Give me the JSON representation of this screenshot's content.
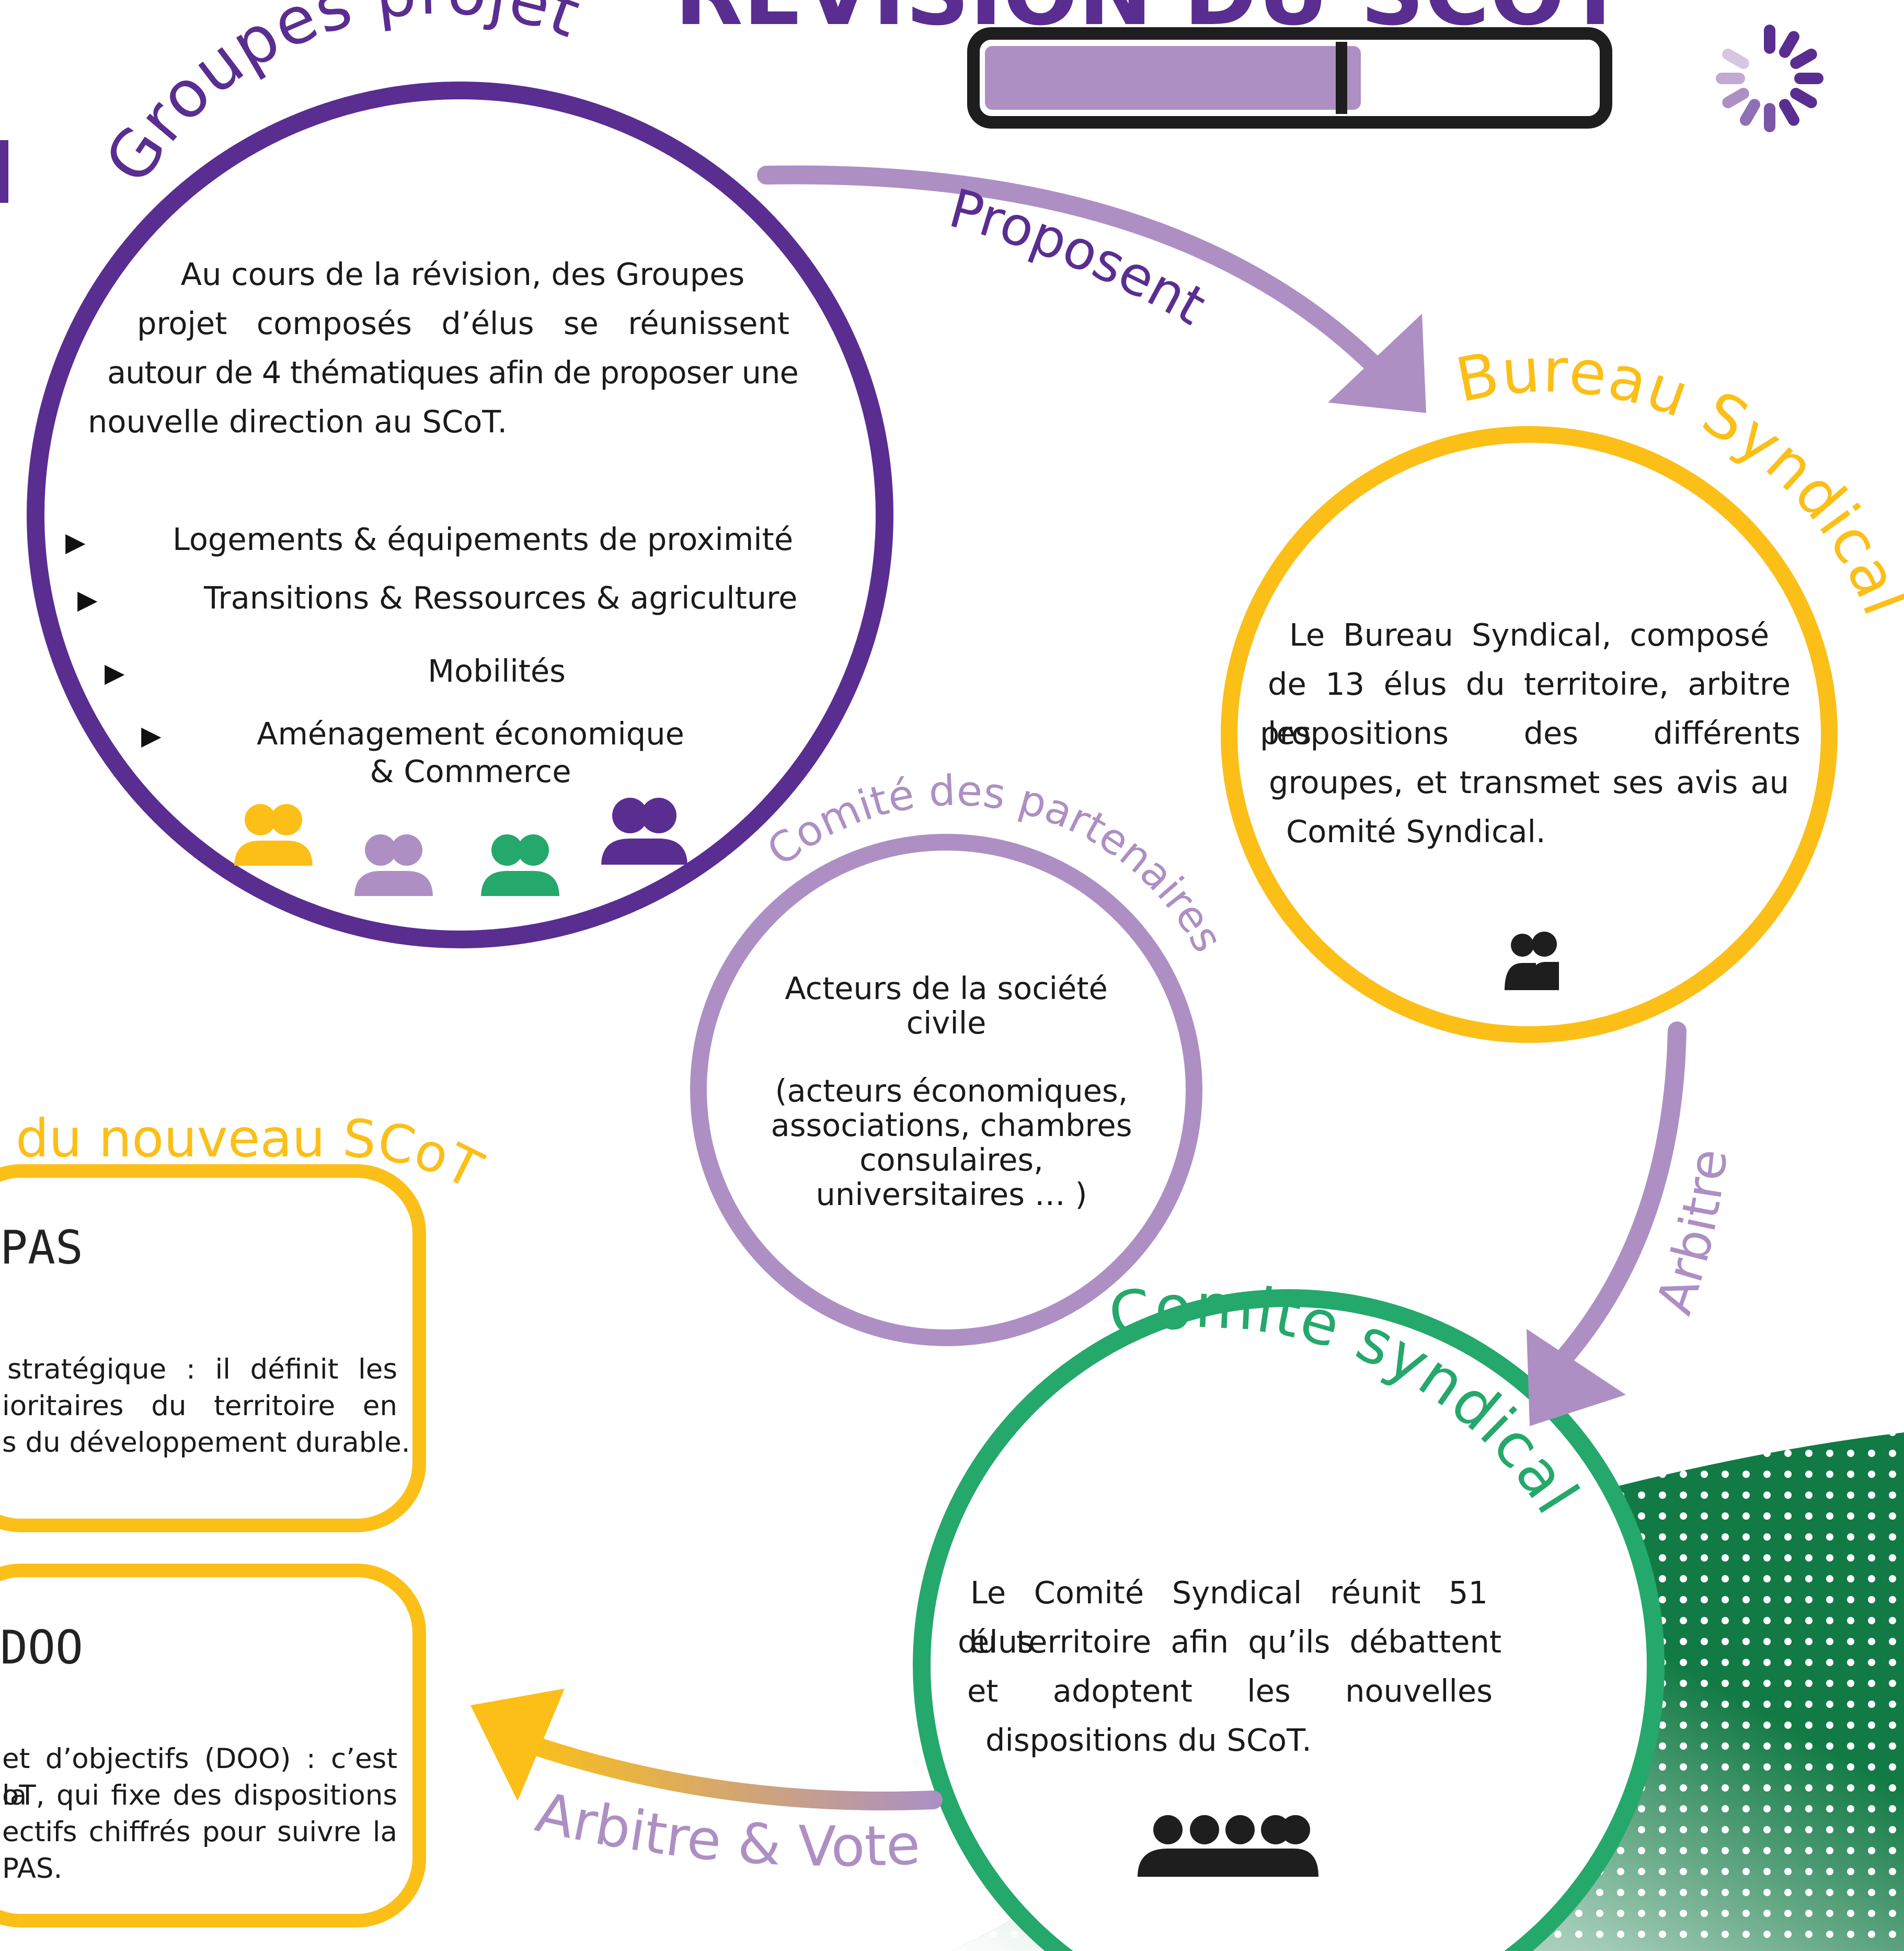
{
  "colors": {
    "purple": "#5a2d91",
    "lilac": "#ad8fc4",
    "yellow": "#fbbf18",
    "green": "#25a86b",
    "dark_green": "#127a45",
    "black": "#1e1e1e"
  },
  "header": {
    "title": "RÉVISION DU SCOT",
    "progress_fraction": 0.62
  },
  "groupes_projet": {
    "title": "Groupes projet",
    "description_lines": [
      "Au cours de la révision, des Groupes",
      "projet composés d’élus se réunissent",
      "autour de 4 thématiques afin de proposer une",
      "nouvelle direction au SCoT."
    ],
    "themes": [
      "Logements & équipements de proximité",
      "Transitions &  Ressources & agriculture",
      "Mobilités",
      "Aménagement économique & Commerce"
    ],
    "people_icons": [
      "people-icon-yellow",
      "people-icon-lilac",
      "people-icon-green",
      "people-icon-purple"
    ]
  },
  "bureau_syndical": {
    "title": "Bureau Syndical",
    "description_lines": [
      "Le Bureau Syndical, composé",
      "de 13 élus du territoire, arbitre les",
      "propositions des différents",
      "groupes, et transmet ses avis au",
      "Comité Syndical."
    ],
    "icon": "people-icon"
  },
  "comite_partenaires": {
    "title": "Comité des partenaires",
    "text_main": "Acteurs de la société civile",
    "text_detail": "(acteurs économiques, associations, chambres consulaires, universitaires … )"
  },
  "comite_syndical": {
    "title": "Comité syndical",
    "description_lines": [
      "Le Comité Syndical réunit 51 élus",
      "du territoire afin qu’ils débattent",
      "et adoptent les nouvelles",
      "dispositions du SCoT."
    ],
    "icon": "group-people-icon"
  },
  "arrows": {
    "proposent": "Proposent",
    "arbitre": "Arbitre",
    "arbitre_vote": "Arbitre & Vote"
  },
  "nouveau_scot": {
    "title": "du nouveau SCoT",
    "pas": {
      "title": "PAS",
      "lines": [
        "stratégique : il définit les",
        "ioritaires du territoire en",
        "s du développement durable."
      ]
    },
    "doo": {
      "title": "DOO",
      "lines": [
        "et d’objectifs (DOO) : c’est la",
        "oT, qui fixe des dispositions",
        "ectifs chiffrés pour suivre la",
        "PAS."
      ]
    }
  }
}
